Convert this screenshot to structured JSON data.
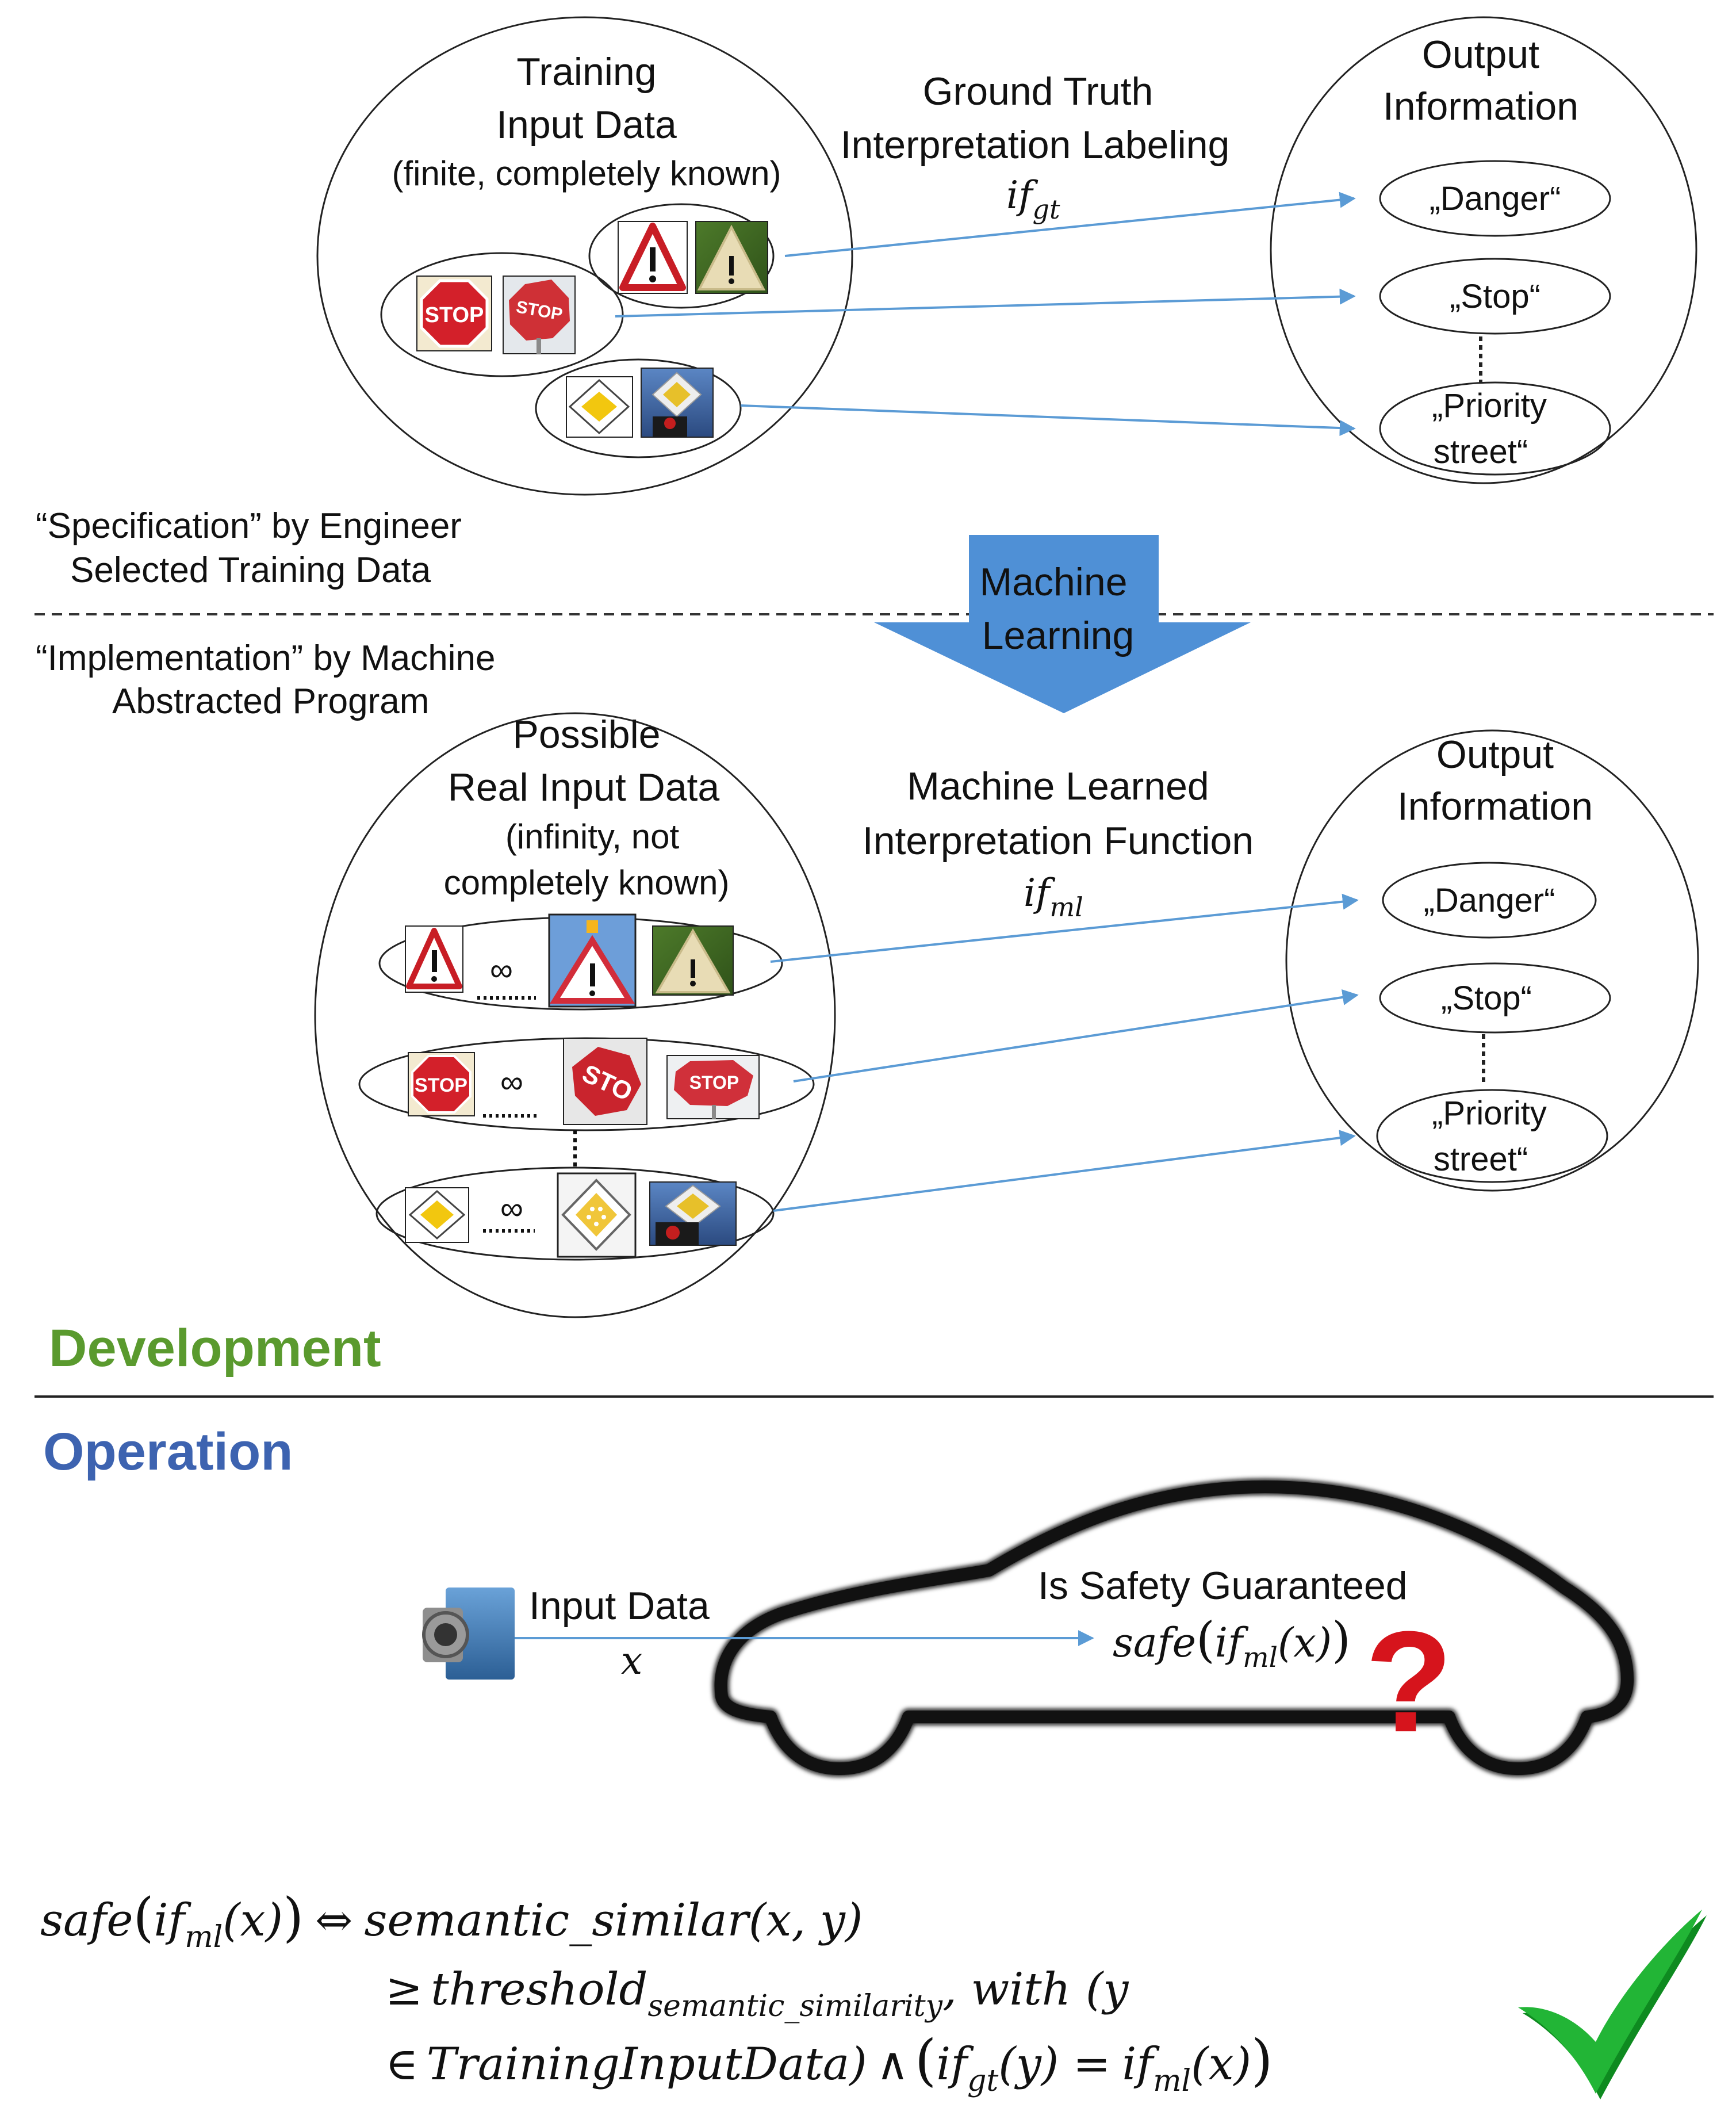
{
  "top": {
    "training_title_1": "Training",
    "training_title_2": "Input Data",
    "training_title_3": "(finite, completely known)",
    "gt_title_1": "Ground Truth",
    "gt_title_2": "Interpretation Labeling",
    "gt_func": "if",
    "gt_sub": "gt",
    "output_title_1": "Output",
    "output_title_2": "Information",
    "outputs": [
      "„Danger“",
      "„Stop“",
      "„Priority",
      "street“"
    ],
    "spec_1": "“Specification” by Engineer",
    "spec_2": "Selected Training Data"
  },
  "middle": {
    "ml_arrow_1": "Machine",
    "ml_arrow_2": "Learning",
    "impl_1": "“Implementation” by Machine",
    "impl_2": "Abstracted Program"
  },
  "lower": {
    "real_title_1": "Possible",
    "real_title_2": "Real Input Data",
    "real_title_3": "(infinity, not",
    "real_title_4": "completely known)",
    "infinity": "∞",
    "ml_title_1": "Machine Learned",
    "ml_title_2": "Interpretation Function",
    "ml_func": "if",
    "ml_sub": "ml",
    "output_title_1": "Output",
    "output_title_2": "Information",
    "outputs": [
      "„Danger“",
      "„Stop“",
      "„Priority",
      "street“"
    ]
  },
  "phases": {
    "development": "Development",
    "operation": "Operation",
    "development_color": "#5a9a2e",
    "operation_color": "#3d63b0"
  },
  "operation": {
    "input_label": "Input Data",
    "input_var": "x",
    "safety_title": "Is Safety Guaranteed",
    "question_mark": "?",
    "question_color": "#d6141c"
  },
  "formula": {
    "l1_a": "safe",
    "l1_b": "if",
    "l1_b_sub": "ml",
    "l1_c": "(x)",
    "l1_iff": "⇔",
    "l1_d": "semantic_similar(x, y)",
    "l2_geq": "≥",
    "l2_a": "threshold",
    "l2_a_sub": "semantic_similarity",
    "l2_b": ", with",
    "l2_c": "(y",
    "l3_in": "∈",
    "l3_a": "TrainingInputData)",
    "l3_and": "∧",
    "l3_b": "if",
    "l3_b_sub": "gt",
    "l3_c": "(y) =",
    "l3_d": "if",
    "l3_d_sub": "ml",
    "l3_e": "(x)"
  },
  "colors": {
    "arrow": "#5b9bd5",
    "ml_arrow_fill": "#4f90d6",
    "check": "#22b536"
  }
}
